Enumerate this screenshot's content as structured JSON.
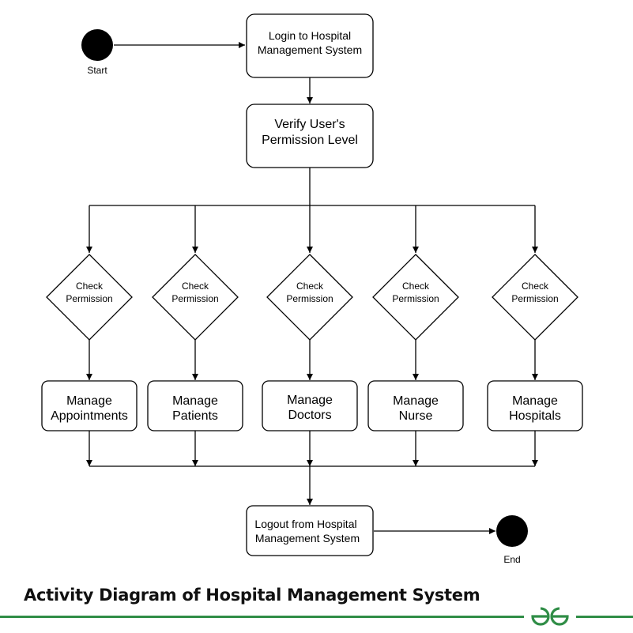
{
  "diagram": {
    "start_label": "Start",
    "end_label": "End",
    "login": [
      "Login to Hospital",
      "Management System"
    ],
    "verify": [
      "Verify User's",
      "Permission Level"
    ],
    "decisions": [
      [
        "Check",
        "Permission"
      ],
      [
        "Check",
        "Permission"
      ],
      [
        "Check",
        "Permission"
      ],
      [
        "Check",
        "Permission"
      ],
      [
        "Check",
        "Permission"
      ]
    ],
    "manage": [
      [
        "Manage",
        "Appointments"
      ],
      [
        "Manage",
        "Patients"
      ],
      [
        "Manage",
        "Doctors"
      ],
      [
        "Manage",
        "Nurse"
      ],
      [
        "Manage",
        "Hospitals"
      ]
    ],
    "logout": [
      "Logout from Hospital",
      "Management System"
    ]
  },
  "caption": "Activity Diagram of Hospital Management System",
  "brand": {
    "color": "#2f8d46",
    "logo_icon": "gfg-logo-icon"
  }
}
